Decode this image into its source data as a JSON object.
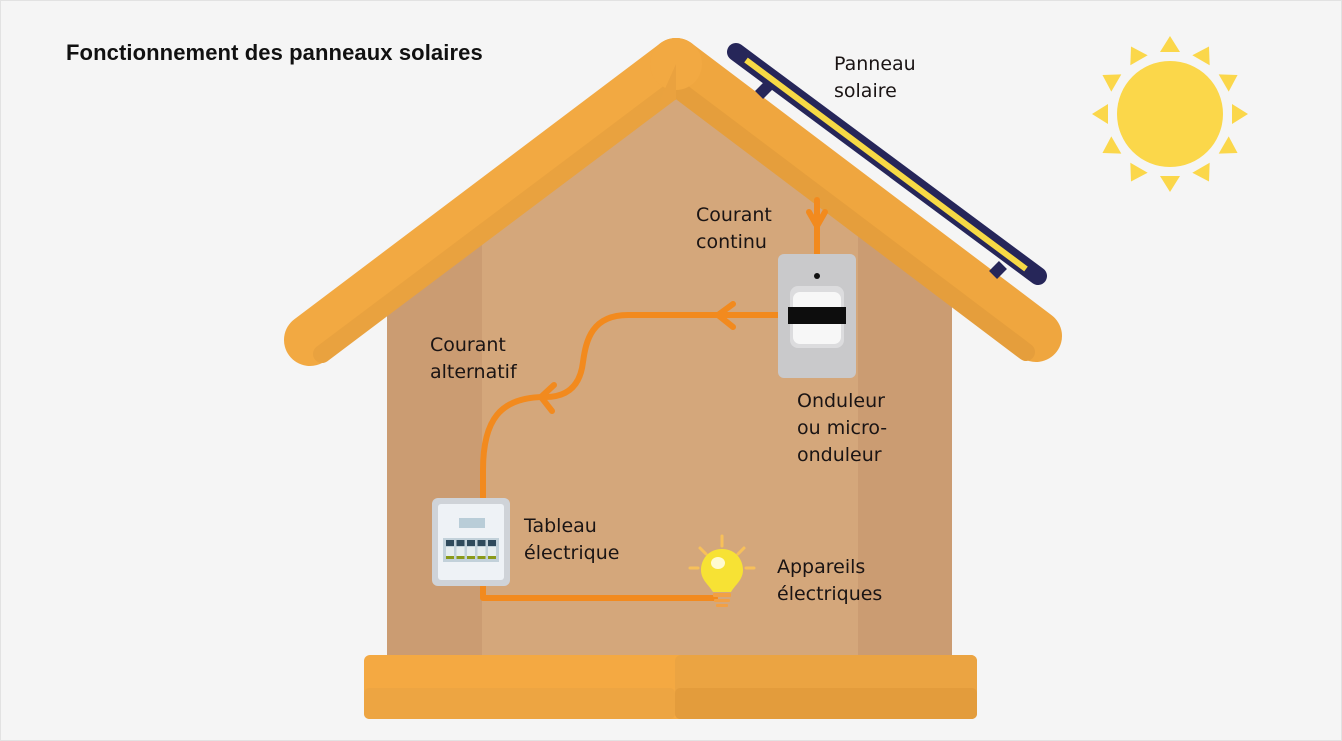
{
  "title": "Fonctionnement des panneaux solaires",
  "labels": {
    "panel": [
      "Panneau",
      "solaire"
    ],
    "dc_current": [
      "Courant",
      "continu"
    ],
    "ac_current": [
      "Courant",
      "alternatif"
    ],
    "inverter": [
      "Onduleur",
      "ou micro-",
      "onduleur"
    ],
    "board": [
      "Tableau",
      "électrique"
    ],
    "appliances": [
      "Appareils",
      "électriques"
    ]
  },
  "components": [
    {
      "id": "sun",
      "icon": "sun-icon"
    },
    {
      "id": "solar-panel",
      "icon": "solar-panel-icon"
    },
    {
      "id": "inverter",
      "icon": "inverter-icon"
    },
    {
      "id": "electrical-board",
      "icon": "electrical-board-icon"
    },
    {
      "id": "light-bulb",
      "icon": "light-bulb-icon"
    }
  ],
  "flow": [
    {
      "from": "Panneau solaire",
      "to": "Onduleur ou micro-onduleur",
      "type": "Courant continu"
    },
    {
      "from": "Onduleur ou micro-onduleur",
      "to": "Tableau électrique",
      "type": "Courant alternatif"
    },
    {
      "from": "Tableau électrique",
      "to": "Appareils électriques",
      "type": "Courant alternatif"
    }
  ],
  "colors": {
    "background": "#f5f5f5",
    "roof": "#f2a942",
    "roof_shade": "#e59e3c",
    "wall": "#d4a77b",
    "wall_shade": "#cb9c72",
    "base": "#f4a942",
    "wire": "#f28a1e",
    "panel_frame": "#262659",
    "panel_cell": "#f7da45",
    "sun": "#fbd74a"
  }
}
